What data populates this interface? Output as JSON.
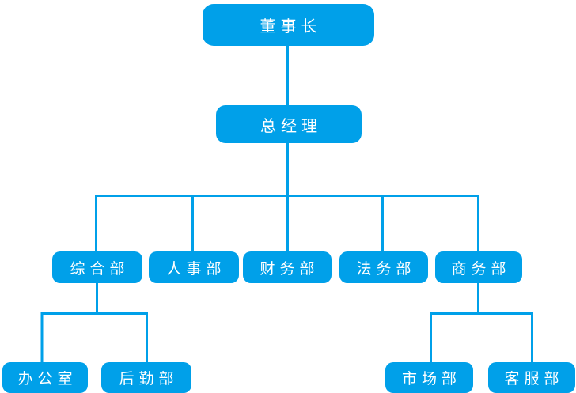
{
  "colors": {
    "node_fill": "#00a0e9",
    "node_text": "#ffffff",
    "connector": "#00a0e9",
    "background": "#ffffff"
  },
  "org_chart": {
    "type": "tree",
    "nodes": [
      {
        "id": "chairman",
        "label": "董事长",
        "level": 1,
        "parent": null
      },
      {
        "id": "general-manager",
        "label": "总经理",
        "level": 2,
        "parent": "chairman"
      },
      {
        "id": "general-affairs-dept",
        "label": "综合部",
        "level": 3,
        "parent": "general-manager"
      },
      {
        "id": "hr-dept",
        "label": "人事部",
        "level": 3,
        "parent": "general-manager"
      },
      {
        "id": "finance-dept",
        "label": "财务部",
        "level": 3,
        "parent": "general-manager"
      },
      {
        "id": "legal-dept",
        "label": "法务部",
        "level": 3,
        "parent": "general-manager"
      },
      {
        "id": "business-dept",
        "label": "商务部",
        "level": 3,
        "parent": "general-manager"
      },
      {
        "id": "office",
        "label": "办公室",
        "level": 4,
        "parent": "general-affairs-dept"
      },
      {
        "id": "logistics-dept",
        "label": "后勤部",
        "level": 4,
        "parent": "general-affairs-dept"
      },
      {
        "id": "marketing-dept",
        "label": "市场部",
        "level": 4,
        "parent": "business-dept"
      },
      {
        "id": "customer-service-dept",
        "label": "客服部",
        "level": 4,
        "parent": "business-dept"
      }
    ]
  }
}
